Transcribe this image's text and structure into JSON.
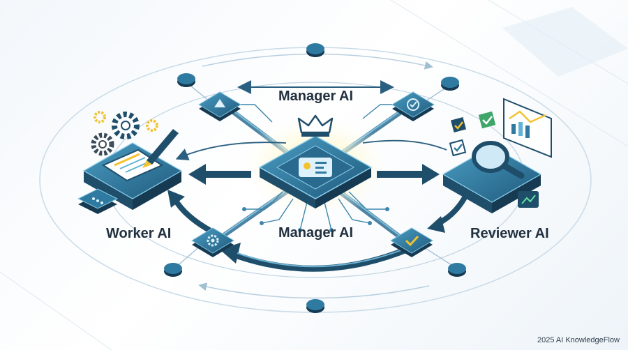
{
  "labels": {
    "top_manager": "Manager AI",
    "center_manager": "Manager AI",
    "worker": "Worker AI",
    "reviewer": "Reviewer AI"
  },
  "footer": {
    "copyright": "2025 AI KnowledgeFlow"
  },
  "colors": {
    "dark_teal": "#1f4e6b",
    "mid_teal": "#2f7aa0",
    "light_teal": "#5fb4d6",
    "glow": "#fff6b8",
    "accent_yellow": "#f2c230",
    "accent_green": "#3fa56a"
  },
  "icons": [
    "crown-icon",
    "chip-icon",
    "gear-icon",
    "pen-icon",
    "document-icon",
    "magnifier-icon",
    "chart-icon",
    "checkmark-icon",
    "arrow-icon"
  ]
}
